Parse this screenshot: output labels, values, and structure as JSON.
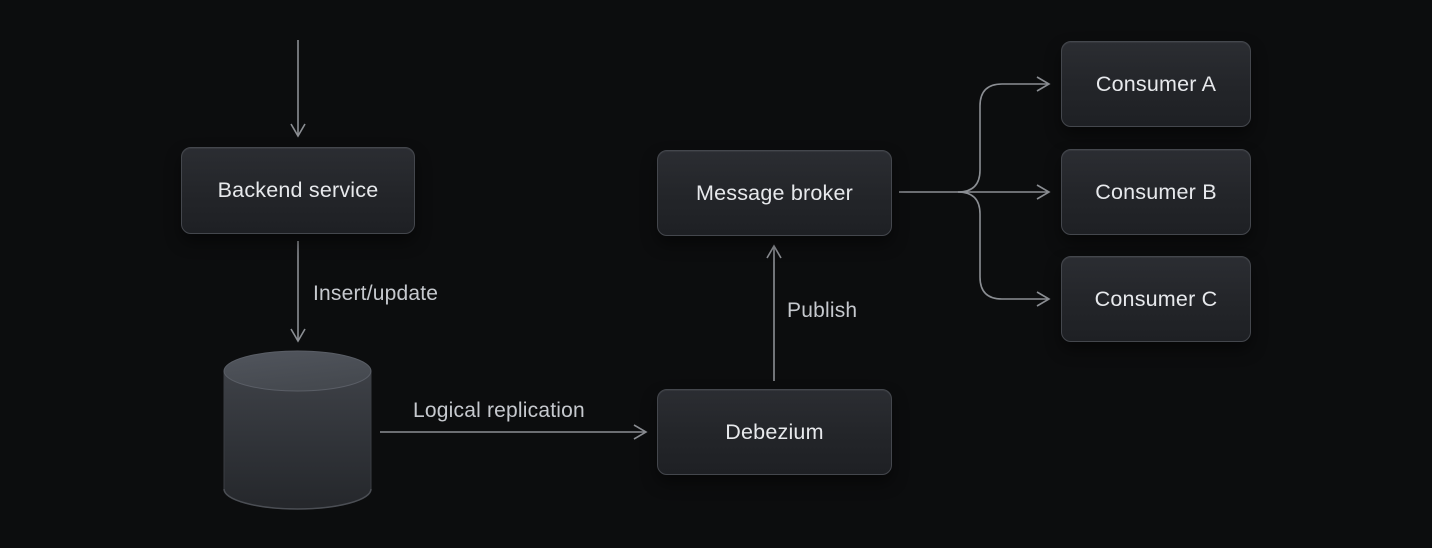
{
  "diagram": {
    "nodes": {
      "backend": {
        "label": "Backend service"
      },
      "broker": {
        "label": "Message broker"
      },
      "debezium": {
        "label": "Debezium"
      },
      "consumer_a": {
        "label": "Consumer A"
      },
      "consumer_b": {
        "label": "Consumer B"
      },
      "consumer_c": {
        "label": "Consumer C"
      },
      "database": {
        "icon": "database-cylinder"
      }
    },
    "edge_labels": {
      "insert_update": "Insert/update",
      "logical_replication": "Logical replication",
      "publish": "Publish"
    },
    "flow": [
      "incoming -> Backend service",
      "Backend service -Insert/update-> database",
      "database -Logical replication-> Debezium",
      "Debezium -Publish-> Message broker",
      "Message broker -> Consumer A",
      "Message broker -> Consumer B",
      "Message broker -> Consumer C"
    ],
    "colors": {
      "background": "#0c0d0e",
      "node-bg-top": "#2b2d32",
      "node-bg-bottom": "#1e2024",
      "node-border": "#44474d",
      "node-text": "#e7e9ec",
      "edge-line": "#8b8e93",
      "edge-label": "#c6c9ce",
      "cylinder-top": "#4b4f56",
      "cylinder-body": "#34373d"
    }
  }
}
